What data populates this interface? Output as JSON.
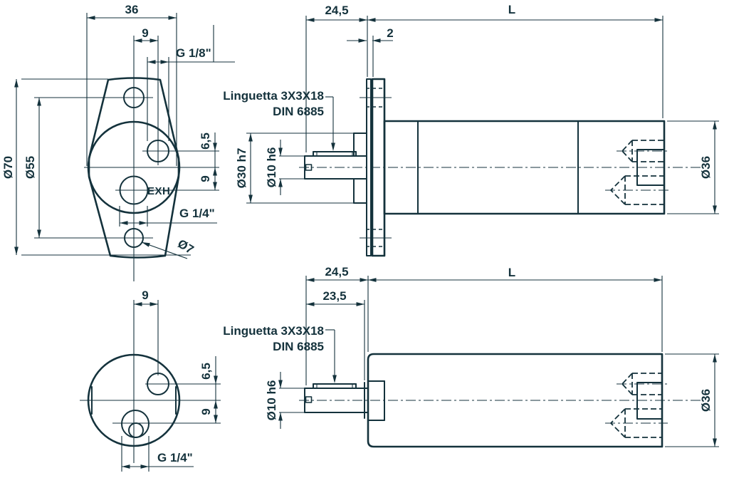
{
  "colors": {
    "ink": "#14323c",
    "background": "#ffffff"
  },
  "drawing": {
    "front": {
      "width": "36",
      "hole_offset_x": "9",
      "port_top": "G 1/8\"",
      "outer_dia": "Ø70",
      "bolt_circle_dia": "Ø55",
      "port_top_offset_y": "6,5",
      "port_bottom_offset_y": "9",
      "exh_label": "EXH",
      "port_bottom": "G 1/4\"",
      "mount_hole_dia": "Ø7"
    },
    "side_top": {
      "shaft_len": "24,5",
      "plate_thickness": "2",
      "body_length": "L",
      "key_label_1": "Linguetta 3X3X18",
      "key_label_2": "DIN 6885",
      "spigot_dia": "Ø30 h7",
      "shaft_dia": "Ø10 h6",
      "body_dia": "Ø36"
    },
    "end_view": {
      "hole_offset_x": "9",
      "port_top_offset_y": "6,5",
      "port_bottom_offset_y": "9",
      "port_bottom": "G 1/4\""
    },
    "side_bottom": {
      "shaft_len": "24,5",
      "shaft_inner_len": "23,5",
      "body_length": "L",
      "key_label_1": "Linguetta 3X3X18",
      "key_label_2": "DIN 6885",
      "shaft_dia": "Ø10 h6",
      "body_dia": "Ø36"
    }
  }
}
